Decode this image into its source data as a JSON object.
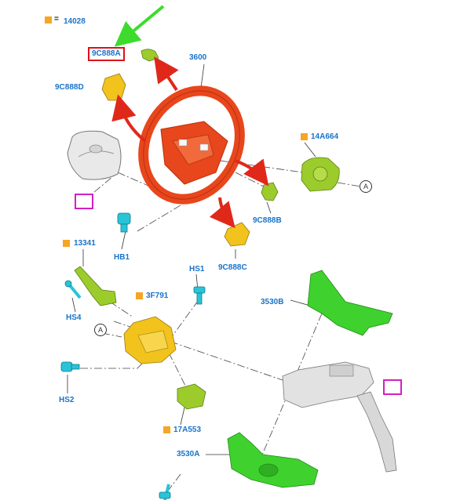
{
  "legend": {
    "symbol": "=",
    "code": "14028",
    "marker_color": "#f5a623"
  },
  "parts": [
    {
      "id": "p-9c888a",
      "label": "9C888A",
      "highlighted": true
    },
    {
      "id": "p-3600",
      "label": "3600"
    },
    {
      "id": "p-9c888d",
      "label": "9C888D"
    },
    {
      "id": "p-14a664",
      "label": "14A664",
      "marker": true
    },
    {
      "id": "p-9c888b",
      "label": "9C888B"
    },
    {
      "id": "p-9c888c",
      "label": "9C888C"
    },
    {
      "id": "p-hb1",
      "label": "HB1"
    },
    {
      "id": "p-13341",
      "label": "13341",
      "marker": true
    },
    {
      "id": "p-hs1",
      "label": "HS1"
    },
    {
      "id": "p-3f791",
      "label": "3F791",
      "marker": true
    },
    {
      "id": "p-hs4",
      "label": "HS4"
    },
    {
      "id": "p-3530b",
      "label": "3530B"
    },
    {
      "id": "p-hs2",
      "label": "HS2"
    },
    {
      "id": "p-17a553",
      "label": "17A553",
      "marker": true
    },
    {
      "id": "p-3530a",
      "label": "3530A"
    }
  ],
  "refs": {
    "ref_a_1": "A",
    "ref_a_2": "A"
  },
  "colors": {
    "label_blue": "#1a73c9",
    "highlight_red": "#e0101a",
    "arrow_red": "#e0281a",
    "arrow_green": "#3ddc2c",
    "wheel_orange": "#e8461c",
    "part_yellow": "#f2c21d",
    "part_lime": "#9ccc2c",
    "part_green": "#3fd22e",
    "fastener_cyan": "#29c4d8",
    "link_magenta": "#d21fc4"
  }
}
